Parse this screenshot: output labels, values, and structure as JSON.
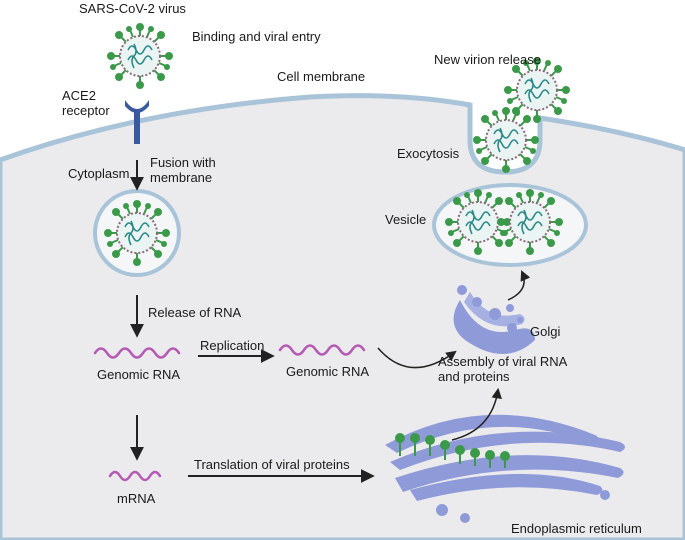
{
  "labels": {
    "virus": "SARS-CoV-2 virus",
    "binding": "Binding and viral entry",
    "ace2": "ACE2\nreceptor",
    "cell_membrane": "Cell membrane",
    "new_virion": "New virion release",
    "exocytosis": "Exocytosis",
    "cytoplasm": "Cytoplasm",
    "fusion": "Fusion with\nmembrane",
    "vesicle": "Vesicle",
    "release_rna": "Release of RNA",
    "golgi": "Golgi",
    "replication": "Replication",
    "genomic_rna_1": "Genomic RNA",
    "genomic_rna_2": "Genomic RNA",
    "assembly": "Assembly of viral RNA\nand proteins",
    "translation": "Translation of viral proteins",
    "mrna": "mRNA",
    "er": "Endoplasmic reticulum"
  },
  "colors": {
    "cell_fill": "#ebebed",
    "membrane": "#a9c4d9",
    "virus_green": "#3b9a4a",
    "virus_teal": "#2b8a88",
    "rna_purple": "#b559b4",
    "er_blue": "#8f9bd8",
    "receptor": "#3a5aa0"
  }
}
